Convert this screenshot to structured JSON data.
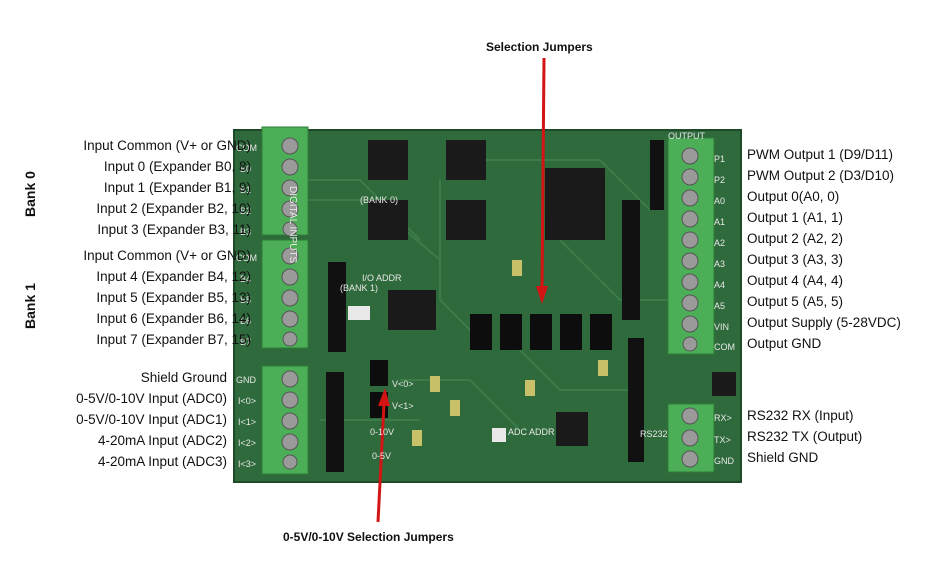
{
  "top_callout": "Selection Jumpers",
  "bottom_callout": "0-5V/0-10V Selection Jumpers",
  "banks": [
    "Bank 0",
    "Bank 1"
  ],
  "left_labels": [
    "Input Common (V+ or GND)",
    "Input 0 (Expander B0, 8)",
    "Input 1 (Expander B1, 9)",
    "Input 2 (Expander B2, 10)",
    "Input 3 (Expander B3, 11)",
    "Input Common (V+ or GND)",
    "Input 4 (Expander B4, 12)",
    "Input 5 (Expander B5, 13)",
    "Input 6 (Expander B6, 14)",
    "Input 7 (Expander B7, 15)",
    "Shield Ground",
    "0-5V/0-10V Input (ADC0)",
    "0-5V/0-10V Input (ADC1)",
    "4-20mA Input (ADC2)",
    "4-20mA Input (ADC3)"
  ],
  "right_labels": [
    "PWM Output 1 (D9/D11)",
    "PWM Output 2 (D3/D10)",
    "Output 0(A0, 0)",
    "Output 1 (A1, 1)",
    "Output 2 (A2, 2)",
    "Output 3 (A3, 3)",
    "Output 4 (A4, 4)",
    "Output 5 (A5, 5)",
    "Output Supply (5-28VDC)",
    "Output GND",
    "RS232 RX (Input)",
    "RS232 TX (Output)",
    "Shield GND"
  ],
  "board_silkscreen": {
    "left_pins_bank0": [
      "COM",
      "B0",
      "B1",
      "B2",
      "B3"
    ],
    "left_pins_bank1": [
      "COM",
      "B4",
      "B5",
      "B6",
      "B7"
    ],
    "left_pins_adc": [
      "GND",
      "I<0>",
      "I<1>",
      "I<2>",
      "I<3>"
    ],
    "right_pins_out": [
      "P1",
      "P2",
      "A0",
      "A1",
      "A2",
      "A3",
      "A4",
      "A5",
      "VIN",
      "COM"
    ],
    "right_pins_rs232": [
      "RX>",
      "TX>",
      "GND"
    ],
    "output_title": "OUTPUT",
    "digital_inputs": "DIGITAL INPUTS",
    "bank0_tag": "(BANK 0)",
    "bank1_tag": "(BANK 1)",
    "io_addr": "I/O ADDR",
    "adc_addr": "ADC ADDR",
    "rs232": "RS232",
    "jumper_v0": "V<0>",
    "jumper_v1": "V<1>",
    "range_10v": "0-10V",
    "range_5v": "0-5V"
  },
  "colors": {
    "board": "#2f6a3c",
    "board_dark": "#234f2d",
    "terminal": "#4cae56",
    "arrow": "#d21414"
  }
}
